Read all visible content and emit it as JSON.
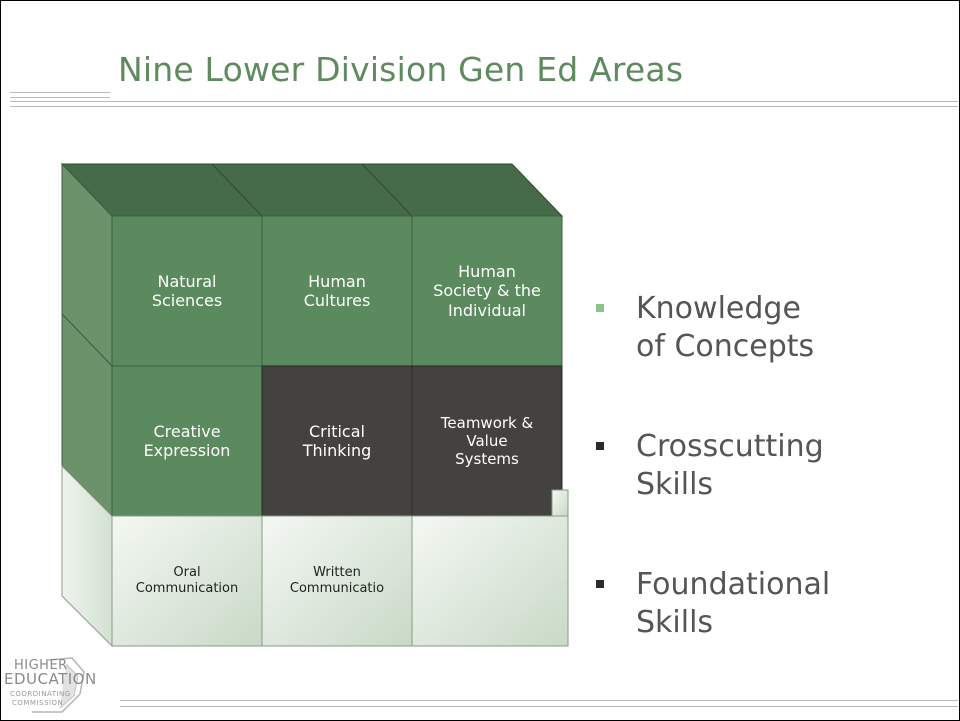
{
  "slide": {
    "title": "Nine Lower Division Gen Ed Areas"
  },
  "colors": {
    "title": "#5f8a5f",
    "green_face": "#5a8a5d",
    "green_side": "#6b926b",
    "green_top": "#466b48",
    "dark_face": "#444240",
    "light_face": "#dbe6da",
    "bullet_green": "#8ac48a",
    "bullet_dark": "#2a2a2a"
  },
  "grid": {
    "row1": [
      "Natural\nSciences",
      "Human\nCultures",
      "Human\nSociety & the\nIndividual"
    ],
    "row2": [
      "Creative\nExpression",
      "Critical\nThinking",
      "Teamwork &\nValue\nSystems"
    ],
    "row3": [
      "Oral\nCommunication",
      "Written\nCommunicatio",
      ""
    ]
  },
  "bullets": [
    {
      "text": "Knowledge\nof Concepts",
      "marker": "green-square-bullet"
    },
    {
      "text": "Crosscutting\nSkills",
      "marker": "black-square-bullet"
    },
    {
      "text": "Foundational\nSkills",
      "marker": "black-square-bullet"
    }
  ],
  "logo": {
    "line1": "HIGHER",
    "line2": "EDUCATION",
    "line3": "COORDINATING",
    "line4": "COMMISSION"
  }
}
